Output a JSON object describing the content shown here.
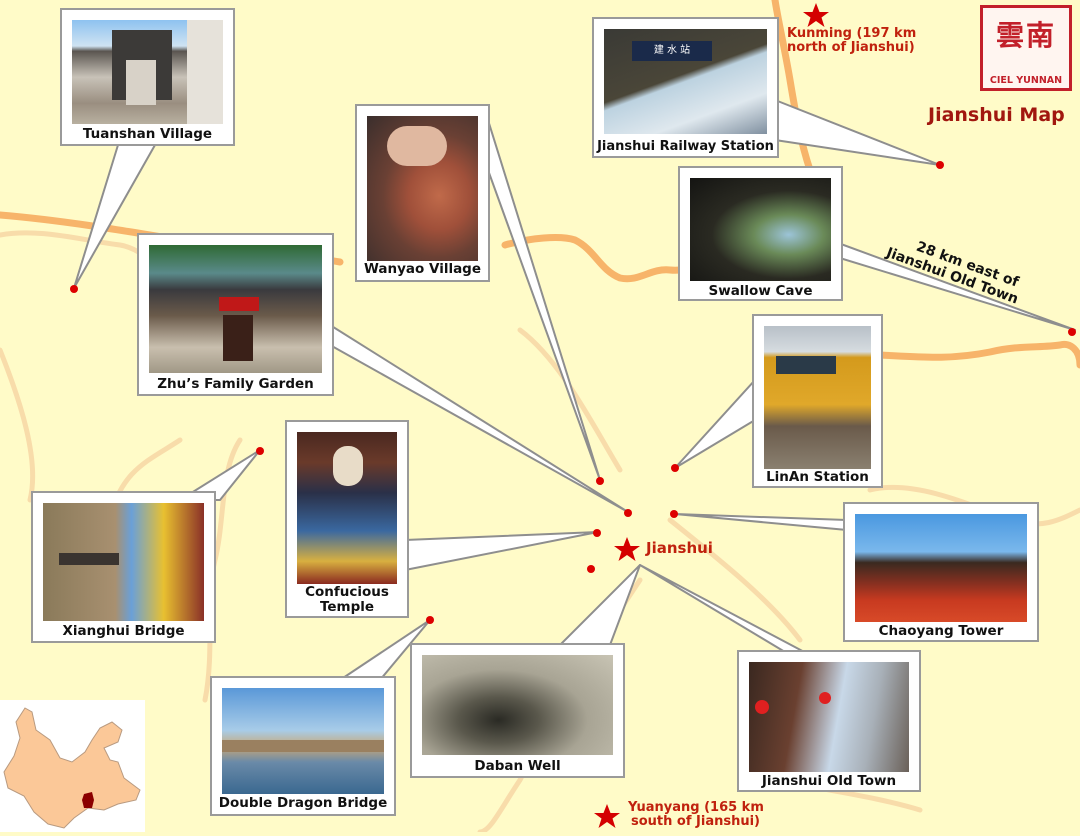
{
  "map": {
    "title": "Jianshui Map",
    "logo": {
      "text": "CIEL YUNNAN",
      "glyph": "雲南"
    },
    "center": {
      "label": "Jianshui",
      "icon": "star-icon"
    },
    "external_places": [
      {
        "label_line1": "Kunming (197 km",
        "label_line2": "north of Jianshui)"
      },
      {
        "label_line1": "Yuanyang (165 km",
        "label_line2": "south of Jianshui)"
      }
    ],
    "distance_note": {
      "line1": "28 km east of",
      "line2": "Jianshui Old Town"
    },
    "attractions": [
      {
        "name": "Tuanshan Village"
      },
      {
        "name": "Wanyao Village"
      },
      {
        "name": "Jianshui Railway Station"
      },
      {
        "name": "Swallow Cave"
      },
      {
        "name": "Zhu’s Family Garden"
      },
      {
        "name": "LinAn Station"
      },
      {
        "name": "Xianghui Bridge"
      },
      {
        "name": "Confucious Temple"
      },
      {
        "name": "Chaoyang Tower"
      },
      {
        "name": "Daban Well"
      },
      {
        "name": "Jianshui Old Town"
      },
      {
        "name": "Double Dragon Bridge"
      }
    ],
    "colors": {
      "background": "#fffbc8",
      "road_major": "#f7b46a",
      "road_minor": "#f8dcaa",
      "marker": "#d00000",
      "label_red": "#c0210e",
      "province": "#fbc898",
      "county": "#8b0000"
    },
    "inset": {
      "description": "Yunnan province locator map"
    }
  }
}
